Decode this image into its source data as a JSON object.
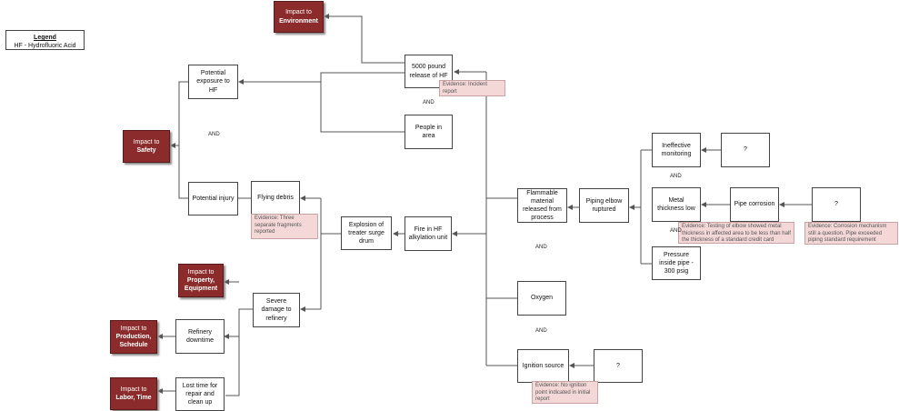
{
  "legend": {
    "title": "Legend",
    "text": "HF - Hydrofluoric Acid"
  },
  "impacts": {
    "environment": {
      "line1": "Impact to",
      "line2": "Environment"
    },
    "safety": {
      "line1": "Impact to",
      "line2": "Safety"
    },
    "property": {
      "line1": "Impact to",
      "line2": "Property, Equipment"
    },
    "production": {
      "line1": "Impact to",
      "line2": "Production, Schedule"
    },
    "labor": {
      "line1": "Impact to",
      "line2": "Labor, Time"
    }
  },
  "nodes": {
    "release": "5000 pound release of HF",
    "exposure": "Potential exposure to HF",
    "people": "People in area",
    "injury": "Potential injury",
    "debris": "Flying debris",
    "explosion": "Explosion of treater surge drum",
    "fire": "Fire in HF alkylation unit",
    "flammable": "Flammable material released from process",
    "elbow": "Piping elbow ruptured",
    "monitoring": "Ineffective monitoring",
    "q1": "?",
    "thickness": "Metal thickness low",
    "corrosion": "Pipe corrosion",
    "q2": "?",
    "pressure": "Pressure inside pipe - 300 psig",
    "damage": "Severe damage to refinery",
    "downtime": "Refinery downtime",
    "losttime": "Lost time for repair and clean up",
    "oxygen": "Oxygen",
    "ignition": "Ignition source",
    "q3": "?"
  },
  "evidence": {
    "release": "Evidence: Incident report",
    "debris": "Evidence: Three separate fragments reported",
    "thickness": "Evidence: Testing of elbow showed metal thickness in affected area to be less than half the thickness of a standard credit card",
    "corrosion": "Evidence: Corrosion mechanism still a question. Pipe exceeded piping standard requirement",
    "ignition": "Evidence: No ignition point indicated in initial report"
  },
  "gates": {
    "safety_and": "AND",
    "release_and": "AND",
    "elbow_and_top": "AND",
    "elbow_and_mid": "AND",
    "fire_and_top": "AND",
    "fire_and_bottom": "AND"
  },
  "colors": {
    "impact_fill": "#8b2b2b",
    "evidence_fill": "#f4d7d7",
    "connector": "#555555"
  }
}
